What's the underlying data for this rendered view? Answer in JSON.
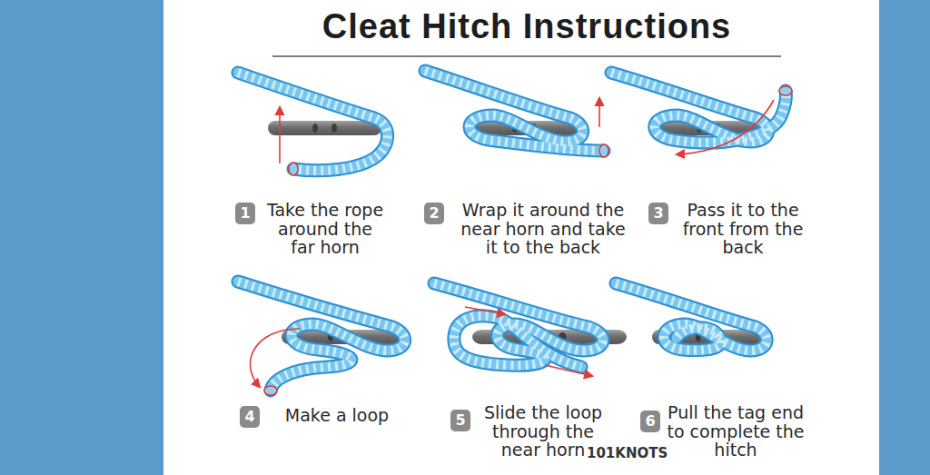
{
  "diagram": {
    "title": "Cleat Hitch Instructions",
    "nodes": [
      {
        "text": [
          "1",
          "Take the rope around the far horn"
        ]
      },
      {
        "text": [
          "2",
          "Wrap it around the near horn and take it to the back"
        ]
      },
      {
        "text": [
          "3",
          "Pass it to the front from the back"
        ]
      },
      {
        "text": [
          "4",
          "Make a loop"
        ]
      },
      {
        "text": [
          "5",
          "Slide the loop through the near horn"
        ]
      },
      {
        "text": [
          "6",
          "Pull the tag end to complete the hitch"
        ]
      }
    ],
    "labels": [
      "101KNOTS"
    ]
  }
}
